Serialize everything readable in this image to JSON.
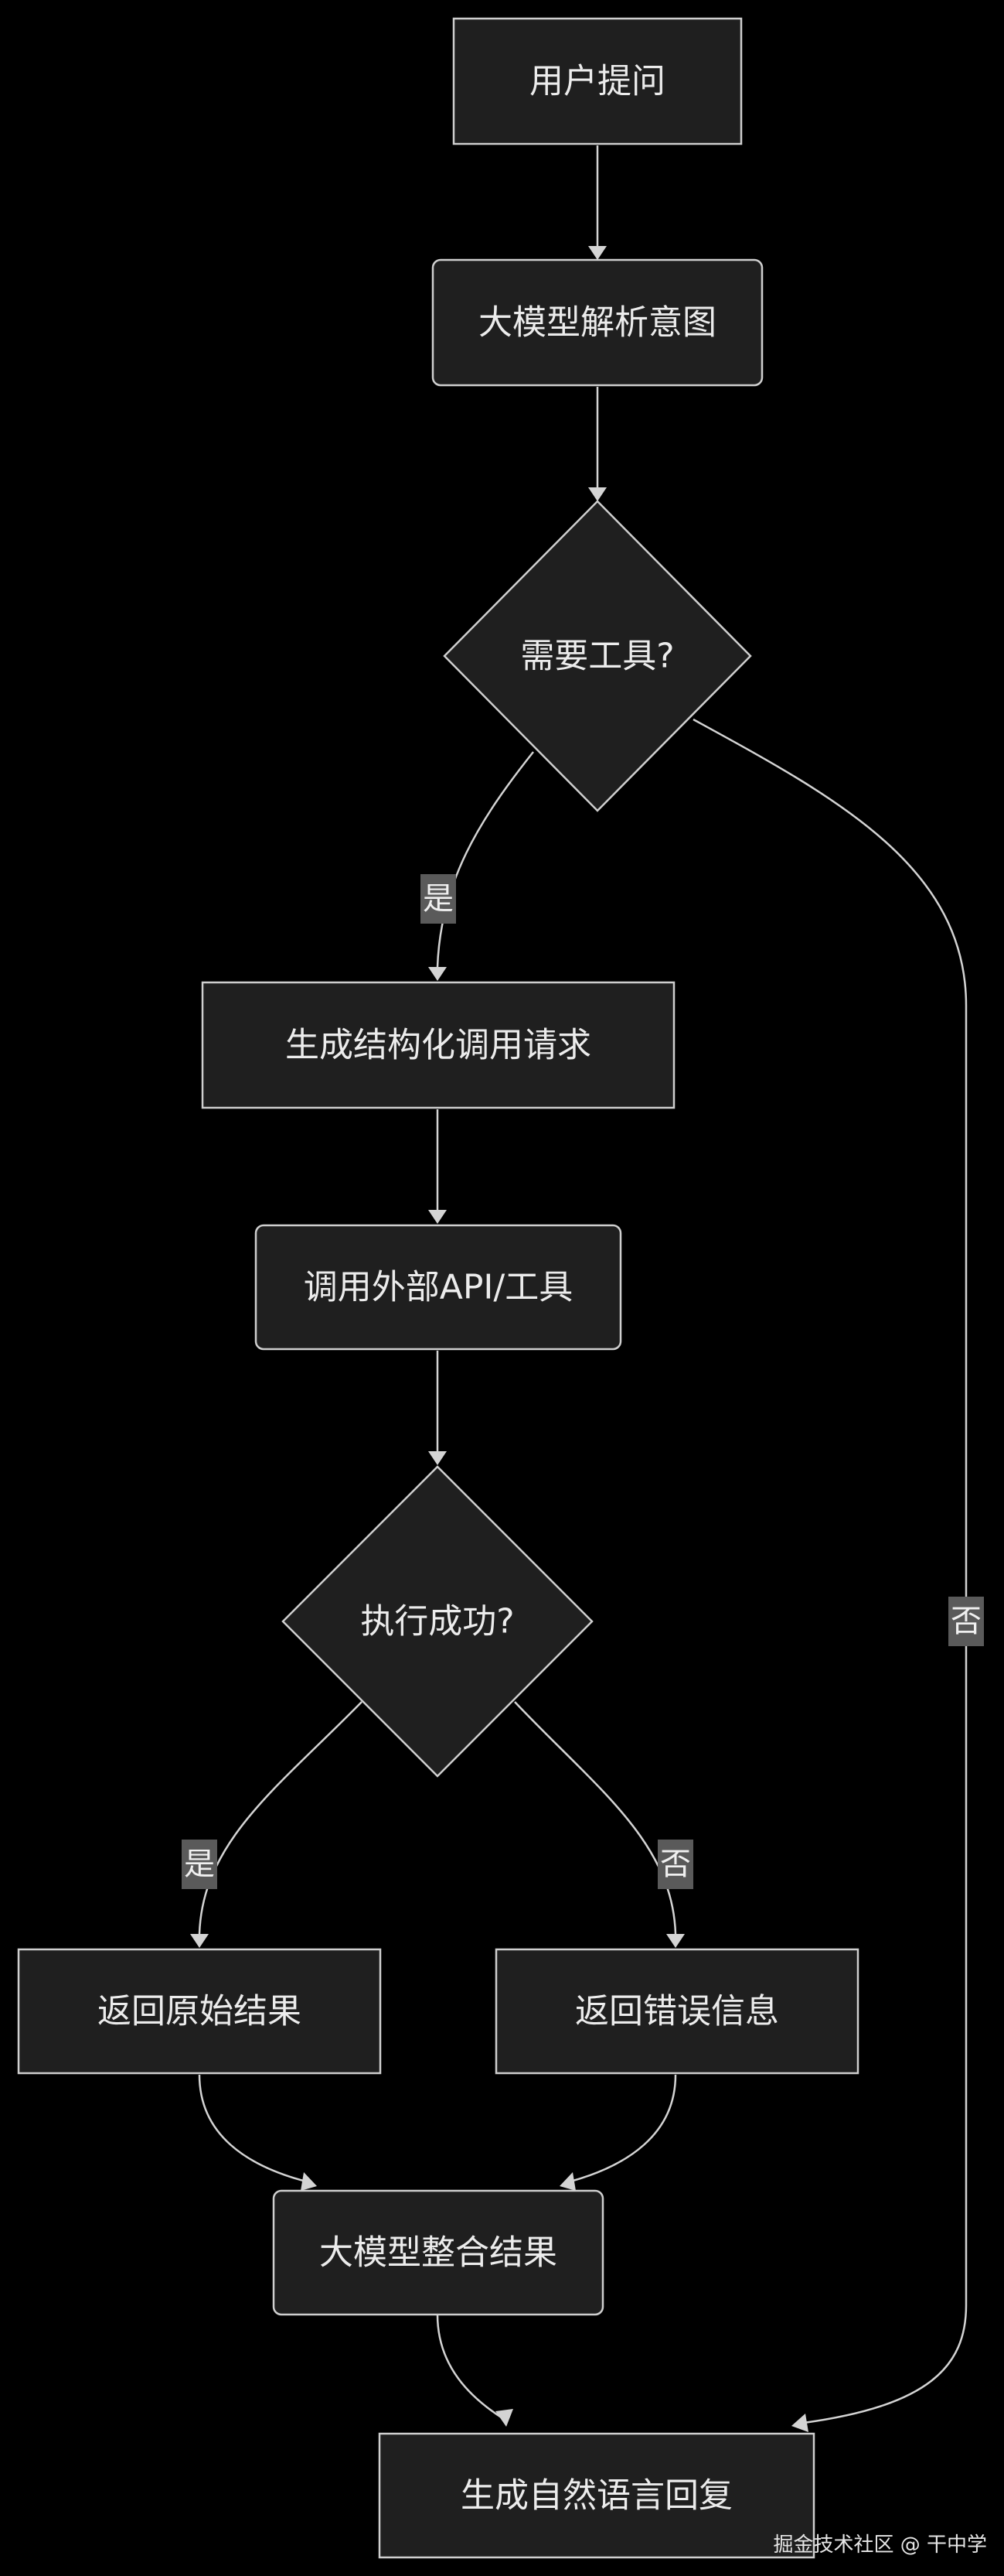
{
  "nodes": {
    "user_question": "用户提问",
    "llm_parse_intent": "大模型解析意图",
    "need_tool": "需要工具?",
    "gen_structured_call": "生成结构化调用请求",
    "call_external_api": "调用外部API/工具",
    "exec_success": "执行成功?",
    "return_raw_result": "返回原始结果",
    "return_error_info": "返回错误信息",
    "llm_integrate_result": "大模型整合结果",
    "gen_nl_reply": "生成自然语言回复"
  },
  "edge_labels": {
    "need_tool_yes": "是",
    "need_tool_no": "否",
    "exec_yes": "是",
    "exec_no": "否"
  },
  "watermark": "掘金技术社区 @ 干中学",
  "colors": {
    "background": "#000000",
    "node_fill": "#1f1f1f",
    "node_stroke": "#cfcfcf",
    "edge": "#d4d4d4",
    "label_bg": "#5a5a5a",
    "text": "#ececec"
  }
}
